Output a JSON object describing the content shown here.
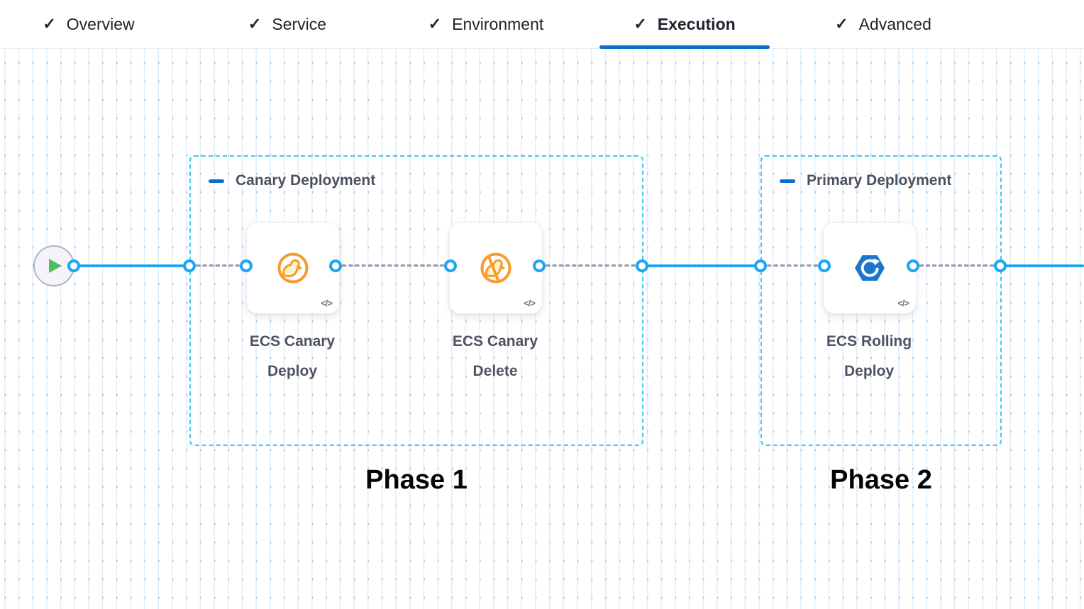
{
  "tab_bar": {
    "check_icon": "✓",
    "tabs": [
      {
        "label": "Overview",
        "state": "completed"
      },
      {
        "label": "Service",
        "state": "completed"
      },
      {
        "label": "Environment",
        "state": "completed"
      },
      {
        "label": "Execution",
        "state": "completed-active"
      },
      {
        "label": "Advanced",
        "state": "completed"
      }
    ]
  },
  "canvas": {
    "code_badge": "</>",
    "stages": [
      {
        "title": "Canary Deployment",
        "phase_label": "Phase 1",
        "steps": [
          {
            "label": "ECS Canary Deploy",
            "icon": "canary-deploy-icon"
          },
          {
            "label": "ECS Canary Delete",
            "icon": "canary-delete-icon"
          }
        ]
      },
      {
        "title": "Primary Deployment",
        "phase_label": "Phase 2",
        "steps": [
          {
            "label": "ECS Rolling Deploy",
            "icon": "ecs-rolling-deploy-icon"
          }
        ]
      }
    ]
  },
  "colors": {
    "accent_blue": "#0b6ecb",
    "connector_blue": "#1ca6f2",
    "stage_border_blue": "#40c5f4",
    "dashed_connector_gray": "#9697ab",
    "canary_orange": "#f79b2e",
    "ecs_hexagon_blue": "#1c77cb",
    "play_green": "#4dc157",
    "label_gray": "#4f5262"
  }
}
